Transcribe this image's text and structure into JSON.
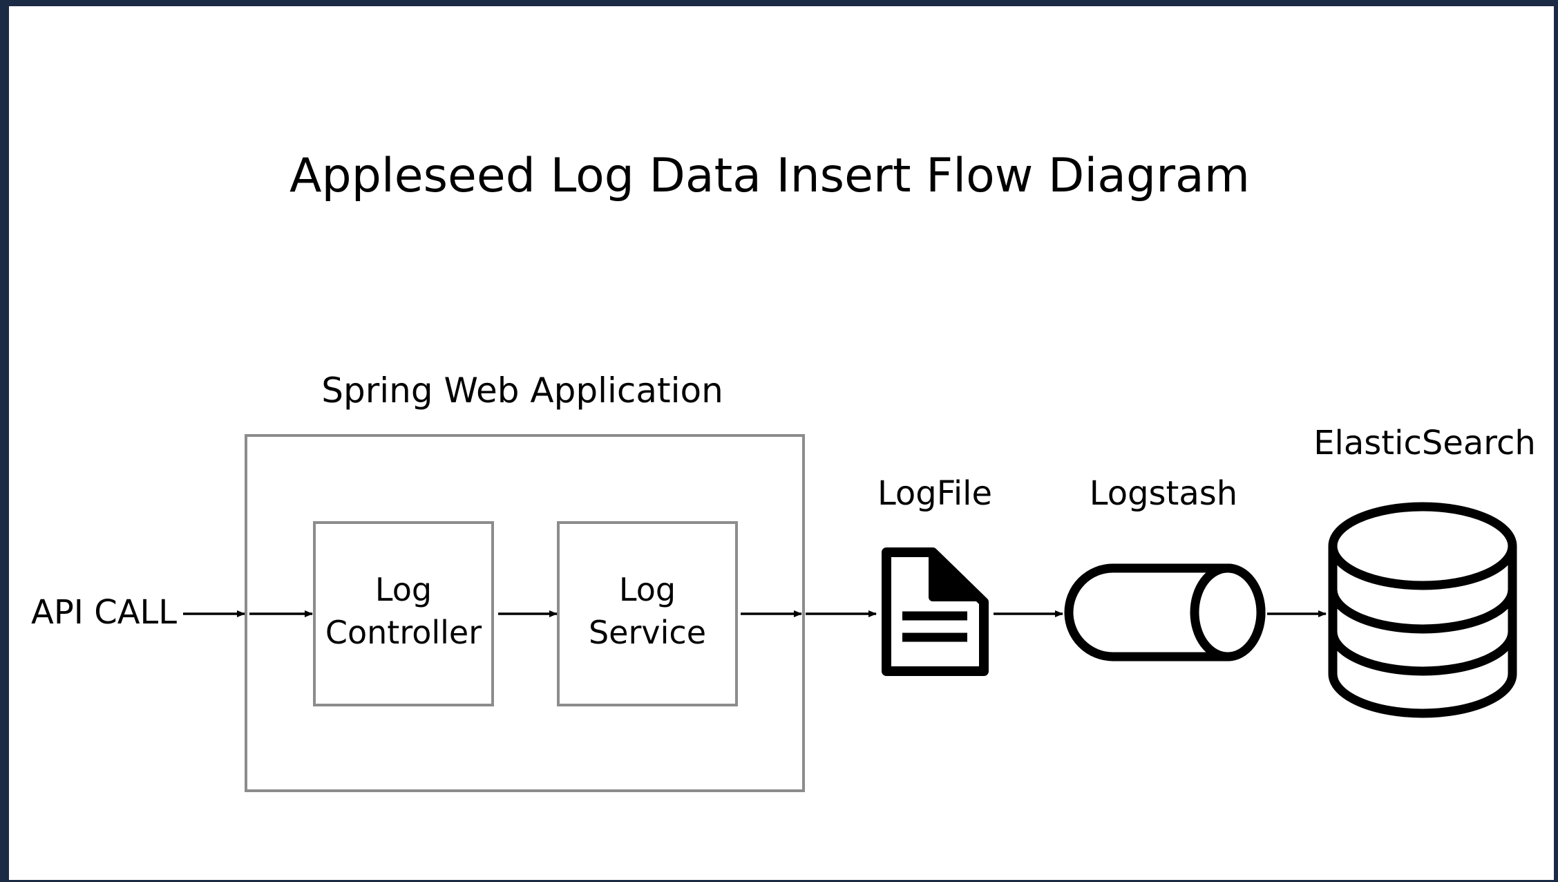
{
  "diagram": {
    "title": "Appleseed Log Data Insert Flow Diagram",
    "input_label": "API CALL",
    "container": {
      "label": "Spring Web Application",
      "nodes": [
        {
          "line1": "Log",
          "line2": "Controller"
        },
        {
          "line1": "Log",
          "line2": "Service"
        }
      ]
    },
    "stages": [
      {
        "label": "LogFile",
        "icon": "document-icon"
      },
      {
        "label": "Logstash",
        "icon": "pipe-cylinder-icon"
      },
      {
        "label": "ElasticSearch",
        "icon": "database-icon"
      }
    ],
    "colors": {
      "frame": "#1c2b45",
      "box_border": "#8c8c8c",
      "ink": "#000000"
    }
  }
}
